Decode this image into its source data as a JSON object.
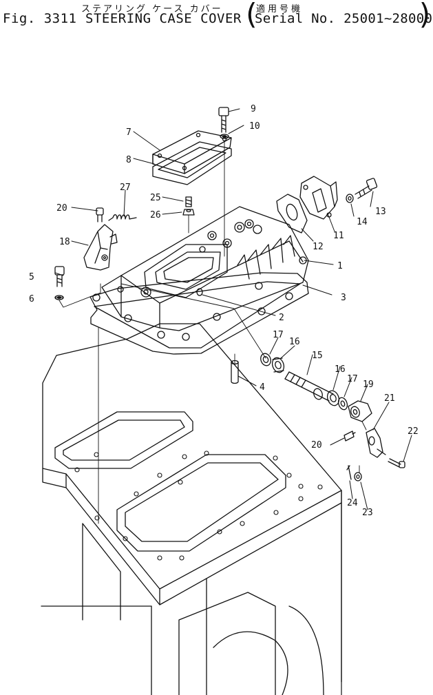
{
  "header": {
    "fig_label": "Fig. 3311",
    "title_jp": "ステアリング ケース カバー",
    "title_en": "STEERING CASE COVER",
    "applicability_jp": "適用号機",
    "serial_label": "Serial No. 25001~28000"
  },
  "callouts": [
    "1",
    "2",
    "3",
    "4",
    "5",
    "6",
    "7",
    "8",
    "9",
    "10",
    "11",
    "12",
    "13",
    "14",
    "15",
    "16",
    "16",
    "17",
    "17",
    "18",
    "19",
    "20",
    "20",
    "21",
    "22",
    "23",
    "24",
    "25",
    "26",
    "27"
  ]
}
